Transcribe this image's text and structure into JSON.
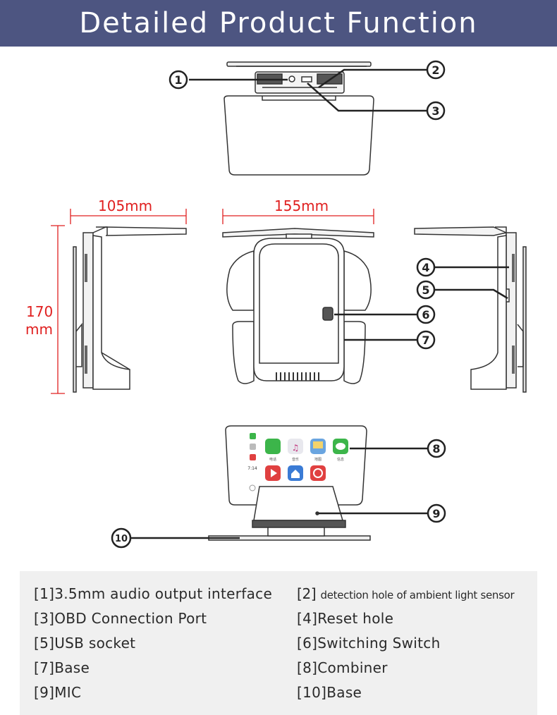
{
  "header": {
    "title": "Detailed Product Function"
  },
  "dimensions": {
    "width_top": "105mm",
    "width_front": "155mm",
    "height_value": "170",
    "height_unit": "mm"
  },
  "callouts": [
    "1",
    "2",
    "3",
    "4",
    "5",
    "6",
    "7",
    "8",
    "9",
    "10"
  ],
  "screen_icons": {
    "phone": "电话",
    "music": "音乐",
    "maps": "地图",
    "messages": "信息",
    "time": "7:14"
  },
  "legend": {
    "items": [
      {
        "num": "[1]",
        "label": "3.5mm audio output interface"
      },
      {
        "num": "[2] ",
        "label": "detection hole of ambient light sensor"
      },
      {
        "num": "[3]",
        "label": "OBD Connection Port"
      },
      {
        "num": "[4]",
        "label": "Reset hole"
      },
      {
        "num": "[5]",
        "label": "USB socket"
      },
      {
        "num": "[6]",
        "label": "Switching Switch"
      },
      {
        "num": "[7]",
        "label": "Base"
      },
      {
        "num": "[8]",
        "label": "Combiner"
      },
      {
        "num": "[9]",
        "label": "MIC"
      },
      {
        "num": "[10]",
        "label": "Base"
      }
    ]
  },
  "colors": {
    "header_bg": "#4d5581",
    "dimension": "#e02020",
    "legend_bg": "#f0f0f0"
  }
}
